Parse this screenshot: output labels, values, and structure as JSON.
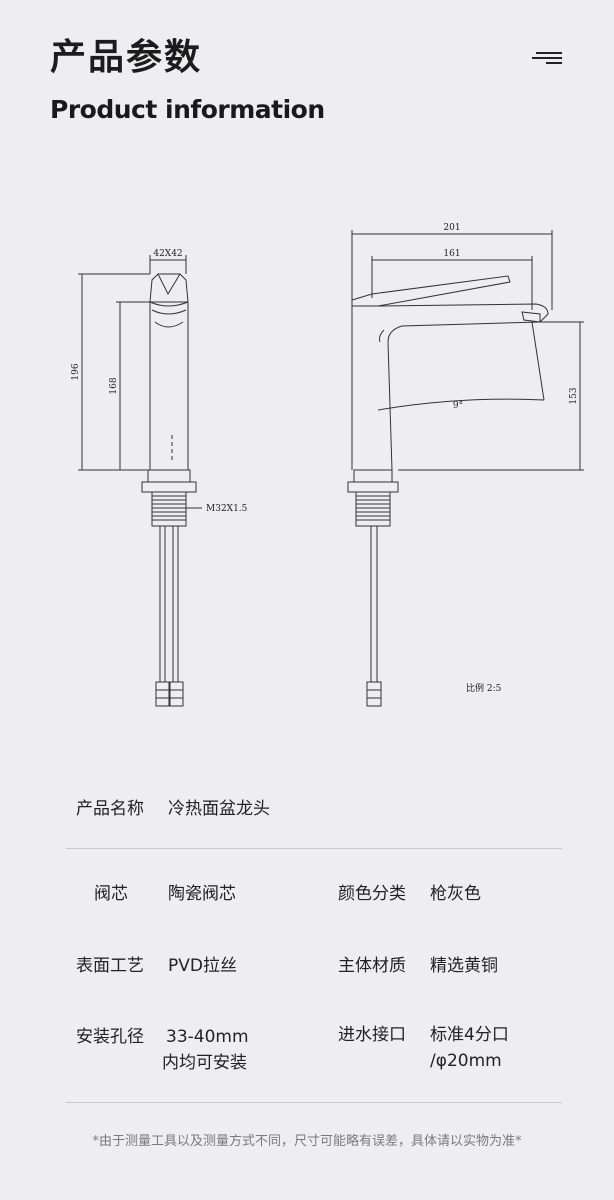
{
  "header": {
    "title_cn": "产品参数",
    "title_en": "Product information"
  },
  "drawing": {
    "dimensions": {
      "top_width": "42X42",
      "total_height": "196",
      "body_height": "168",
      "thread": "M32X1.5",
      "overall_length": "201",
      "spout_length": "161",
      "spout_height": "153",
      "angle": "9°"
    },
    "scale": "比例 2:5"
  },
  "specs": {
    "name": {
      "label": "产品名称",
      "value": "冷热面盆龙头"
    },
    "valve": {
      "label": "阀芯",
      "value": "陶瓷阀芯"
    },
    "color": {
      "label": "颜色分类",
      "value": "枪灰色"
    },
    "finish": {
      "label": "表面工艺",
      "value": "PVD拉丝"
    },
    "material": {
      "label": "主体材质",
      "value": "精选黄铜"
    },
    "hole": {
      "label": "安装孔径",
      "value_line1": "33-40mm",
      "value_line2": "内均可安装"
    },
    "inlet": {
      "label": "进水接口",
      "value_line1": "标准4分口",
      "value_line2": "/φ20mm"
    }
  },
  "footnote": "*由于测量工具以及测量方式不同，尺寸可能略有误差，具体请以实物为准*"
}
